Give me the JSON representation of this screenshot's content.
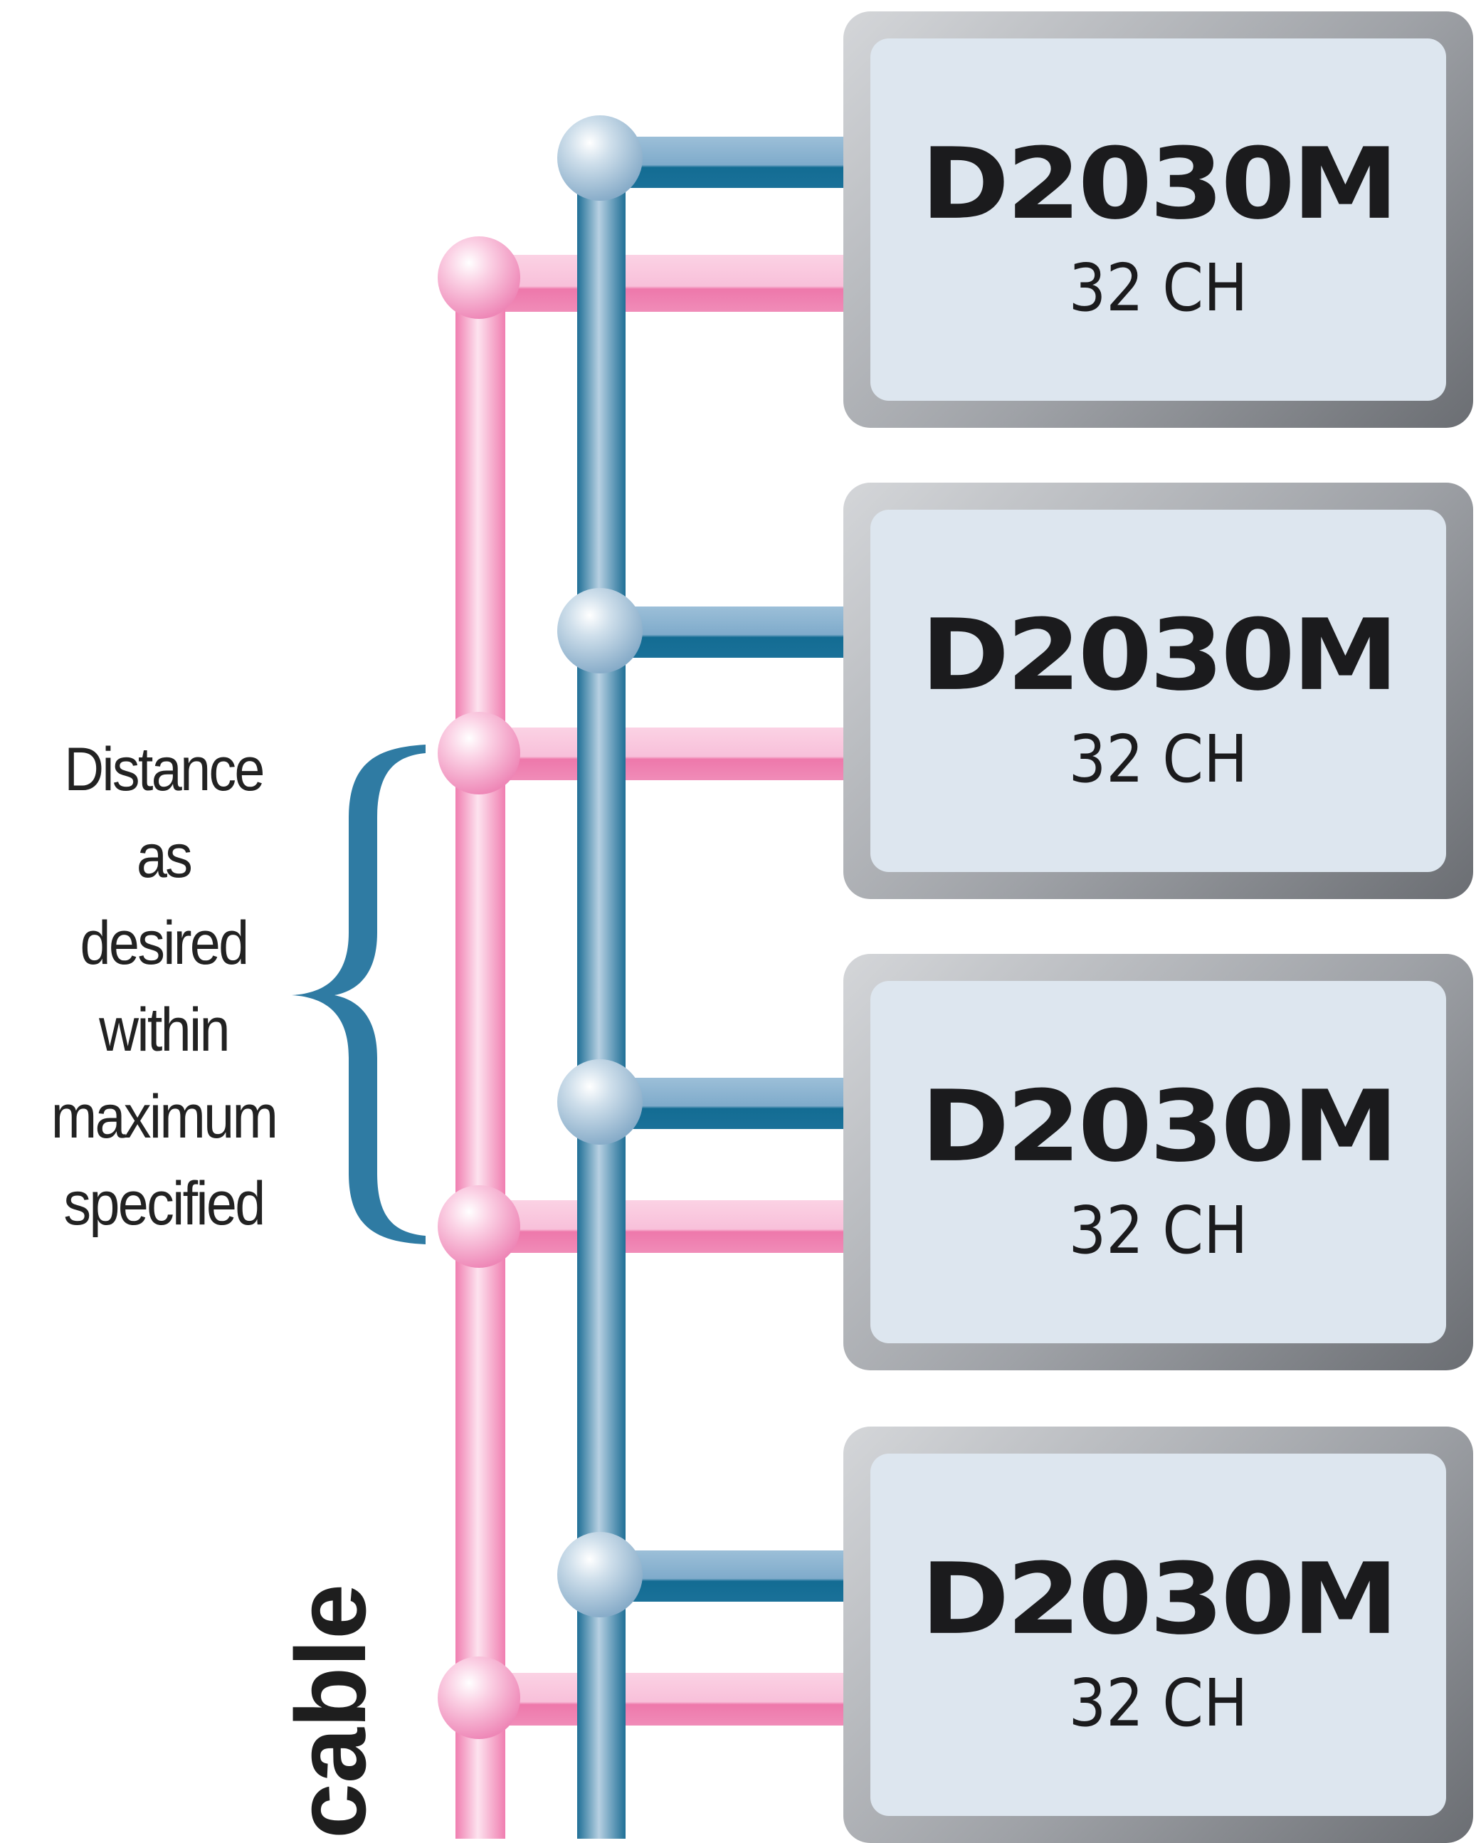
{
  "modules": [
    {
      "name": "D2030M",
      "channels": "32 CH"
    },
    {
      "name": "D2030M",
      "channels": "32 CH"
    },
    {
      "name": "D2030M",
      "channels": "32 CH"
    },
    {
      "name": "D2030M",
      "channels": "32 CH"
    }
  ],
  "annotation": {
    "distance_lines": [
      "Distance",
      "as",
      "desired",
      "within",
      "maximum",
      "specified"
    ]
  },
  "cable_label": "cable",
  "colors": {
    "pink_bus": "#f07eb0",
    "blue_bus": "#1f6f96",
    "bracket": "#2f7ba3",
    "module_bezel": "#9fa2a7",
    "module_face": "#dde6ef",
    "text": "#1b1b1d"
  }
}
